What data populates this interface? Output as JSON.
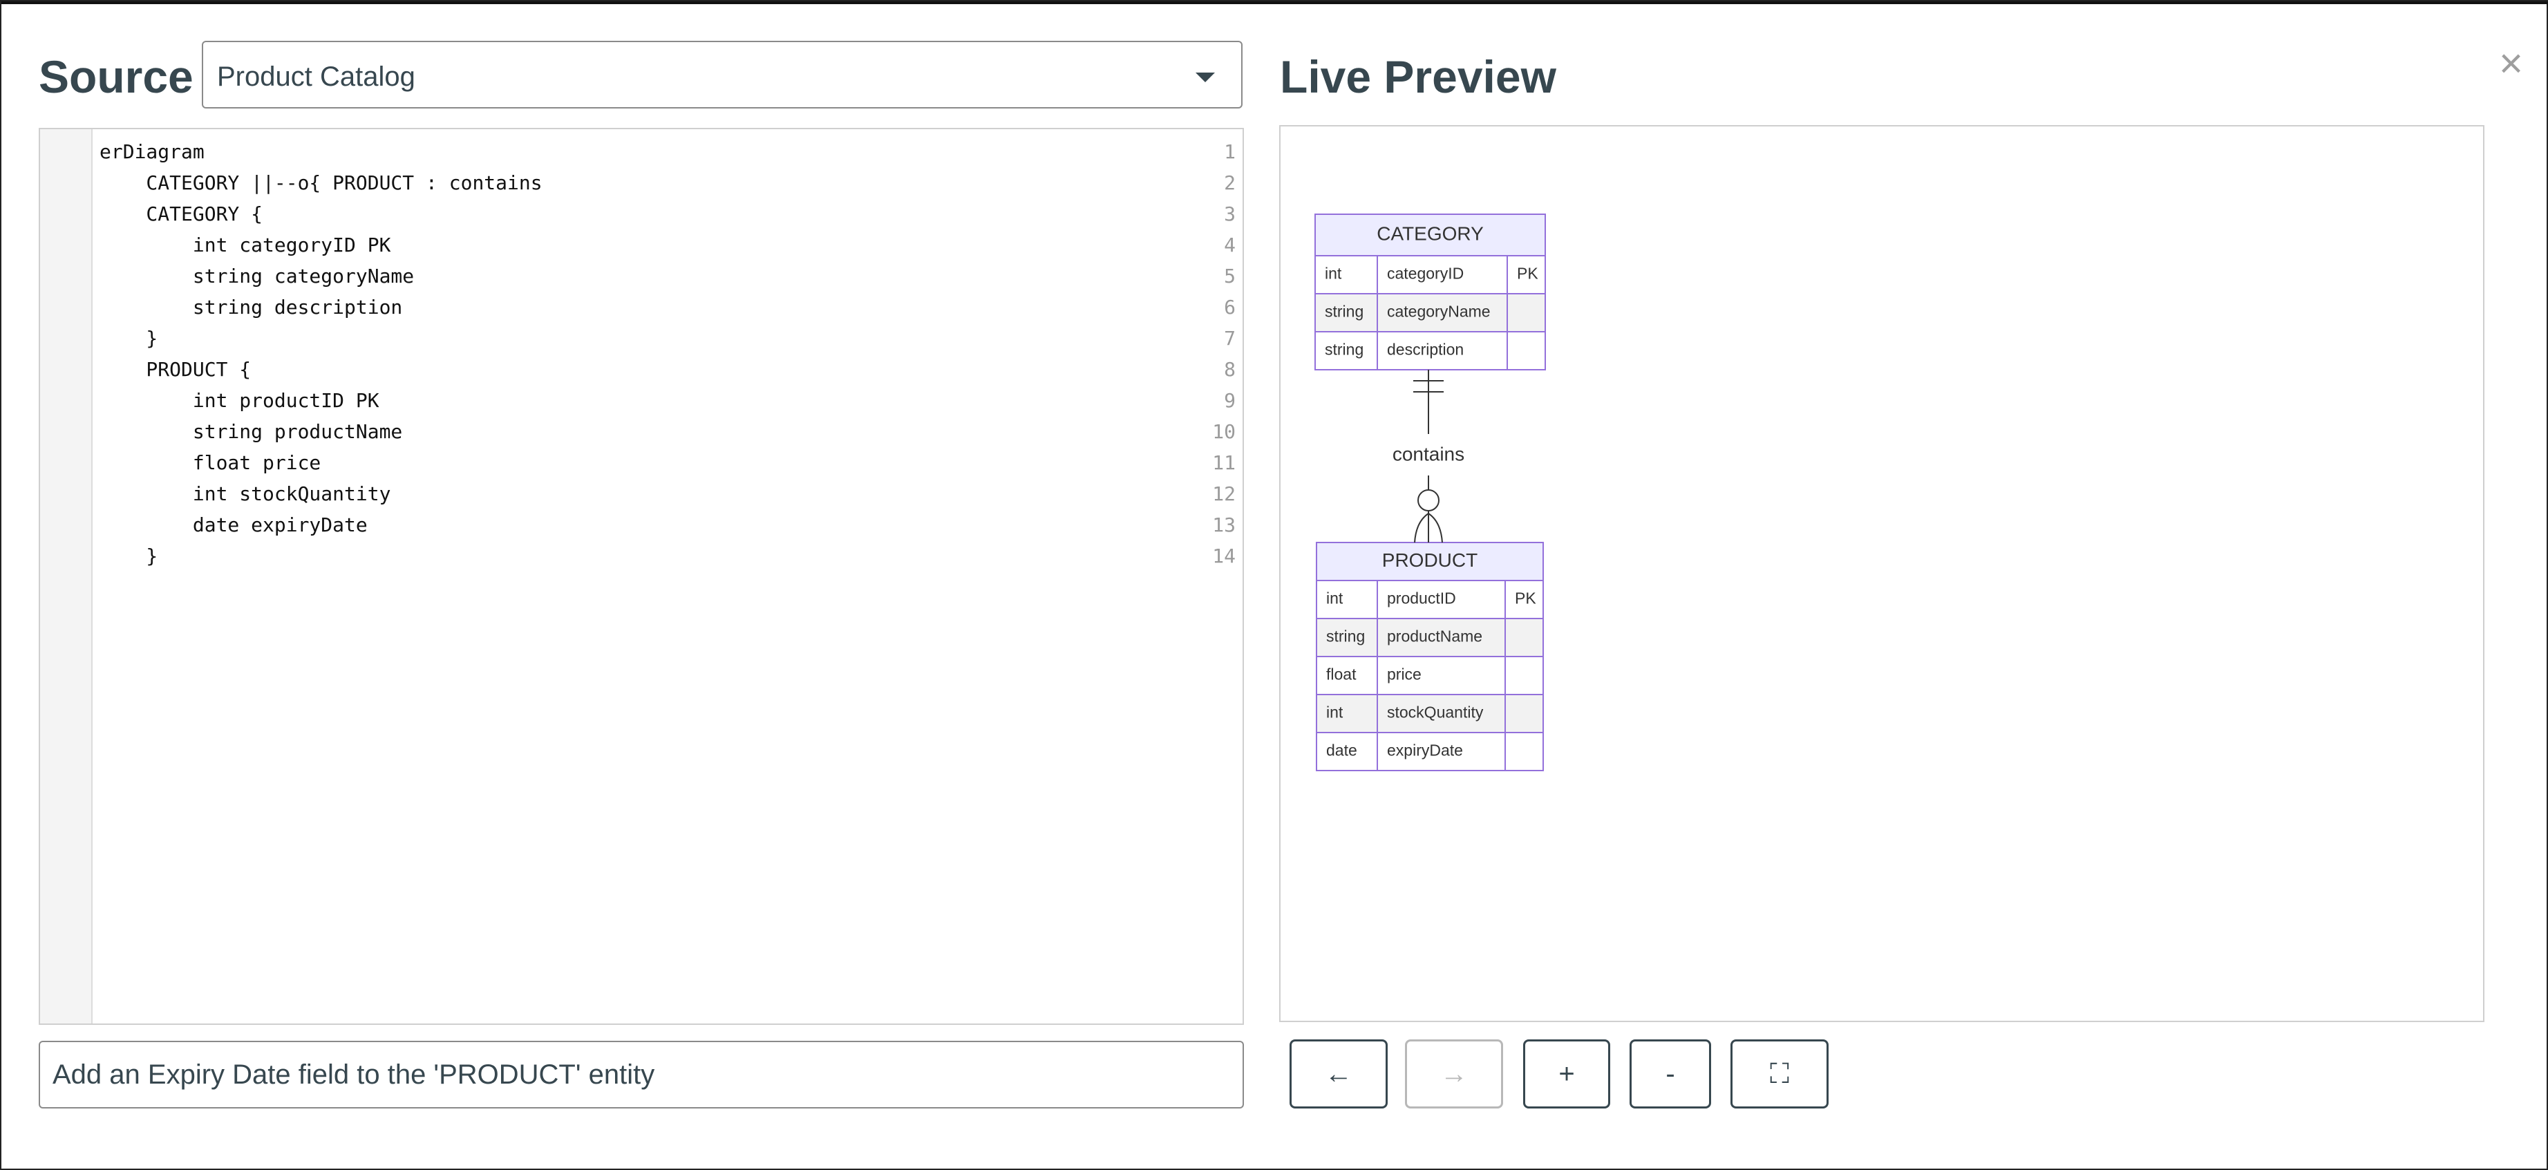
{
  "source": {
    "title": "Source",
    "diagram_select": {
      "value": "Product Catalog"
    }
  },
  "editor": {
    "lines": [
      {
        "no": "1",
        "text": "erDiagram"
      },
      {
        "no": "2",
        "text": "    CATEGORY ||--o{ PRODUCT : contains"
      },
      {
        "no": "3",
        "text": "    CATEGORY {"
      },
      {
        "no": "4",
        "text": "        int categoryID PK"
      },
      {
        "no": "5",
        "text": "        string categoryName"
      },
      {
        "no": "6",
        "text": "        string description"
      },
      {
        "no": "7",
        "text": "    }"
      },
      {
        "no": "8",
        "text": "    PRODUCT {"
      },
      {
        "no": "9",
        "text": "        int productID PK"
      },
      {
        "no": "10",
        "text": "        string productName"
      },
      {
        "no": "11",
        "text": "        float price"
      },
      {
        "no": "12",
        "text": "        int stockQuantity"
      },
      {
        "no": "13",
        "text": "        date expiryDate"
      },
      {
        "no": "14",
        "text": "    }"
      }
    ]
  },
  "preview": {
    "title": "Live Preview",
    "relationship_label": "contains",
    "entities": [
      {
        "name": "CATEGORY",
        "attributes": [
          {
            "type": "int",
            "name": "categoryID",
            "key": "PK"
          },
          {
            "type": "string",
            "name": "categoryName",
            "key": ""
          },
          {
            "type": "string",
            "name": "description",
            "key": ""
          }
        ]
      },
      {
        "name": "PRODUCT",
        "attributes": [
          {
            "type": "int",
            "name": "productID",
            "key": "PK"
          },
          {
            "type": "string",
            "name": "productName",
            "key": ""
          },
          {
            "type": "float",
            "name": "price",
            "key": ""
          },
          {
            "type": "int",
            "name": "stockQuantity",
            "key": ""
          },
          {
            "type": "date",
            "name": "expiryDate",
            "key": ""
          }
        ]
      }
    ]
  },
  "prompt": {
    "value": "Add an Expiry Date field to the 'PRODUCT' entity"
  },
  "controls": {
    "back": "←",
    "forward": "→",
    "zoom_in": "+",
    "zoom_out": "-",
    "fit": "⛶"
  },
  "colors": {
    "entity_border": "#9370db",
    "entity_header_bg": "#ececff",
    "row_alt_bg": "#f2f2f2",
    "line": "#333333",
    "text_dark": "#37474f"
  },
  "icons": {
    "close": "close-icon",
    "dropdown": "chevron-down-icon"
  }
}
